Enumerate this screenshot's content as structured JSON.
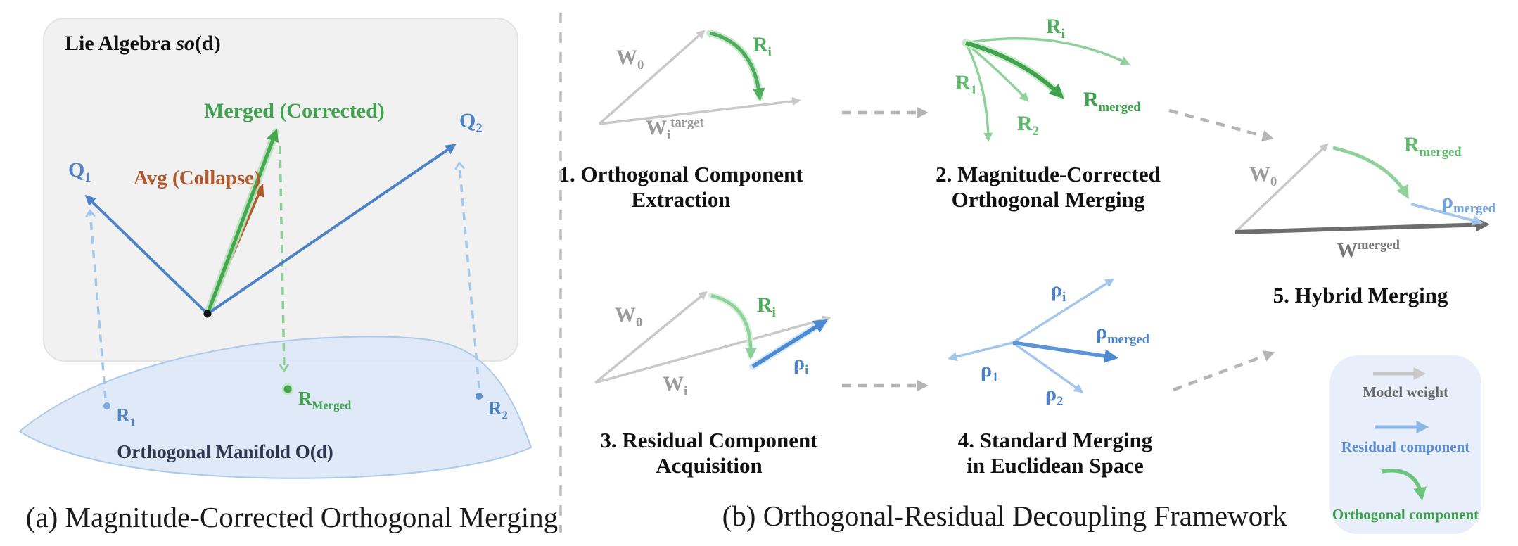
{
  "colors": {
    "blue": "#4d83c6",
    "blue_bright": "#4b8ad2",
    "light_blue": "#a3c7ec",
    "green_dark": "#3fa34d",
    "green_mid": "#4fae5c",
    "green_light": "#8fd19a",
    "orange": "#b2592b",
    "gray_arrow": "#c9c9c9",
    "gray_dark": "#6e6e6e",
    "panel_fill": "#f1f1f2",
    "manifold_fill": "#dbe6f6",
    "legend_fill": "#e9effa"
  },
  "panel_a": {
    "caption": "(a) Magnitude-Corrected Orthogonal Merging",
    "lie_algebra_title": {
      "prefix": "Lie Algebra ",
      "frak": "so",
      "suffix": "(d)"
    },
    "manifold_label": "Orthogonal Manifold O(d)",
    "q1": {
      "base": "Q",
      "sub": "1"
    },
    "q2": {
      "base": "Q",
      "sub": "2"
    },
    "merged_label": "Merged (Corrected)",
    "avg_label": "Avg (Collapse)",
    "r1": {
      "base": "R",
      "sub": "1"
    },
    "r2": {
      "base": "R",
      "sub": "2"
    },
    "r_merged": {
      "base": "R",
      "sub": "Merged"
    }
  },
  "panel_b": {
    "caption": "(b) Orthogonal-Residual Decoupling Framework",
    "step1": {
      "title1": "1. Orthogonal Component",
      "title2": "Extraction",
      "w0": {
        "base": "W",
        "sub": "0"
      },
      "wi_target": {
        "base": "W",
        "sub": "i",
        "sup": "target"
      },
      "ri": {
        "base": "R",
        "sub": "i"
      }
    },
    "step2": {
      "title1": "2. Magnitude-Corrected",
      "title2": "Orthogonal Merging",
      "ri": {
        "base": "R",
        "sub": "i"
      },
      "r1": {
        "base": "R",
        "sub": "1"
      },
      "r2": {
        "base": "R",
        "sub": "2"
      },
      "r_merged": {
        "base": "R",
        "sub": "merged"
      }
    },
    "step3": {
      "title1": "3. Residual Component",
      "title2": "Acquisition",
      "w0": {
        "base": "W",
        "sub": "0"
      },
      "wi": {
        "base": "W",
        "sub": "i"
      },
      "ri": {
        "base": "R",
        "sub": "i"
      },
      "rho_i": {
        "base": "ρ",
        "sub": "i"
      }
    },
    "step4": {
      "title1": "4. Standard Merging",
      "title2": "in Euclidean Space",
      "rho_i": {
        "base": "ρ",
        "sub": "i"
      },
      "rho_1": {
        "base": "ρ",
        "sub": "1"
      },
      "rho_2": {
        "base": "ρ",
        "sub": "2"
      },
      "rho_merged": {
        "base": "ρ",
        "sub": "merged"
      }
    },
    "step5": {
      "title1": "5. Hybrid Merging",
      "w0": {
        "base": "W",
        "sub": "0"
      },
      "r_merged": {
        "base": "R",
        "sub": "merged"
      },
      "rho_merged": {
        "base": "ρ",
        "sub": "merged"
      },
      "w_merged": {
        "base": "W",
        "sup": "merged"
      }
    },
    "legend": {
      "model_weight": "Model weight",
      "residual": "Residual component",
      "orthogonal": "Orthogonal component"
    }
  }
}
